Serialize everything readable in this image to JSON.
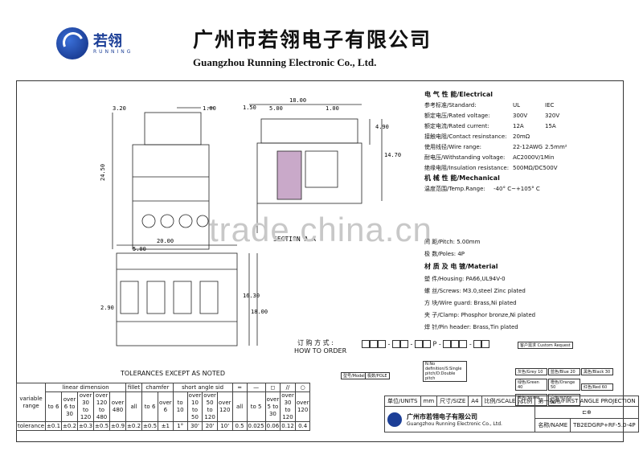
{
  "header": {
    "logo_cn": "若翎",
    "logo_en": "RUNNING",
    "company_cn": "广州市若翎电子有限公司",
    "company_en": "Guangzhou Running Electronic Co., Ltd."
  },
  "dims": {
    "d320": "3.20",
    "d100a": "1.00",
    "d2450": "24.50",
    "d150": "1.50",
    "d1800a": "18.00",
    "d500a": "5.00",
    "d100b": "1.00",
    "d490": "4.90",
    "d1470": "14.70",
    "d2000": "20.00",
    "d500b": "5.00",
    "d1630": "16.30",
    "d1800b": "18.00",
    "d290": "2.90",
    "section": "SECTION A-A"
  },
  "electrical": {
    "heading": "电 气 性 能/Electrical",
    "rows": [
      {
        "label": "参考标准/Standard:",
        "v1": "UL",
        "v2": "IEC"
      },
      {
        "label": "额定电压/Rated voltage:",
        "v1": "300V",
        "v2": "320V"
      },
      {
        "label": "额定电流/Rated current:",
        "v1": "12A",
        "v2": "15A"
      },
      {
        "label": "接触电阻/Contact resinstance:",
        "v1": "20mΩ",
        "v2": ""
      },
      {
        "label": "使用线径/Wire range:",
        "v1": "22-12AWG",
        "v2": "2.5mm²"
      },
      {
        "label": "耐电压/Withstanding voltage:",
        "v1": "AC2000V/1Min",
        "v2": ""
      },
      {
        "label": "绝缘电阻/Insulation resistance:",
        "v1": "500MΩ/DC500V",
        "v2": ""
      }
    ]
  },
  "mechanical": {
    "heading": "机 械 性 能/Mechanical",
    "temp_label": "温度范围/Temp.Range:",
    "temp_value": "-40° C~+105° C"
  },
  "pitch": {
    "label": "间 距/Pitch:",
    "value": "5.00mm"
  },
  "poles": {
    "label": "极 数/Poles:",
    "value": "4P"
  },
  "material": {
    "heading": "材 质 及 电 镀/Material",
    "rows": [
      {
        "label": "塑 件/Housing:",
        "value": "PA66,UL94V-0"
      },
      {
        "label": "螺 丝/Screws:",
        "value": "M3.0,steel Zinc plated"
      },
      {
        "label": "方 块/Wire guard:",
        "value": "Brass,Ni plated"
      },
      {
        "label": "夹 子/Clamp:",
        "value": "Phosphor bronze,Ni plated"
      },
      {
        "label": "焊 针/Pin header:",
        "value": "Brass,Tin plated"
      }
    ]
  },
  "order": {
    "cn": "订 购 方 式 :",
    "en": "HOW TO ORDER",
    "p": "P",
    "customer": "客户需求 Custom Request",
    "tag_model": "型号/Model",
    "tag_pole": "极数/POLE",
    "tag_pin": "N:No definition/S:Single pitch/D:Double pitch",
    "colors": [
      "灰色/Grey 10",
      "蓝色/Blue 20",
      "黑色/Black 30",
      "绿色/Green 40",
      "橙色/Orange 50",
      "红色/Red 60",
      "黄色/Yellow 70",
      "白色/White 90"
    ]
  },
  "tolerance": {
    "title": "TOLERANCES EXCEPT AS NOTED",
    "group_linear": "linear dimension",
    "group_fillet": "fillet",
    "group_chamfer": "chamfer",
    "group_angle": "short angle sid",
    "row_label": "variable range",
    "row_tol": "tolerance",
    "ranges": [
      "to 6",
      "over 6 to 30",
      "over 30 to 120",
      "over 120 to 480",
      "over 480",
      "all",
      "to 6",
      "over 6",
      "to 10",
      "over 10 to 50",
      "over 50 to 120",
      "over 120",
      "all",
      "to 5",
      "over 5 to 30",
      "over 30 to 120",
      "over 120"
    ],
    "values": [
      "±0.1",
      "±0.2",
      "±0.3",
      "±0.5",
      "±0.9",
      "±0.2",
      "±0.5",
      "±1",
      "1°",
      "30'",
      "20'",
      "10'",
      "0.5",
      "0.025",
      "0.06",
      "0.12",
      "0.4"
    ]
  },
  "titleblock": {
    "units_label": "单位/UNITS",
    "units": "mm",
    "size_label": "尺寸/SIZE",
    "size": "A4",
    "scale_label": "比例/SCALE",
    "scale": "比例",
    "projection": "第一视角/FIRST ANGLE PROJECTION",
    "company_cn": "广州市若翎电子有限公司",
    "company_en": "Guangzhou Running Electronic Co., Ltd.",
    "name_label": "名称/NAME",
    "name_value": "TB2EDGRP+RF-5.0-4P"
  },
  "watermark": "trade.china.cn"
}
